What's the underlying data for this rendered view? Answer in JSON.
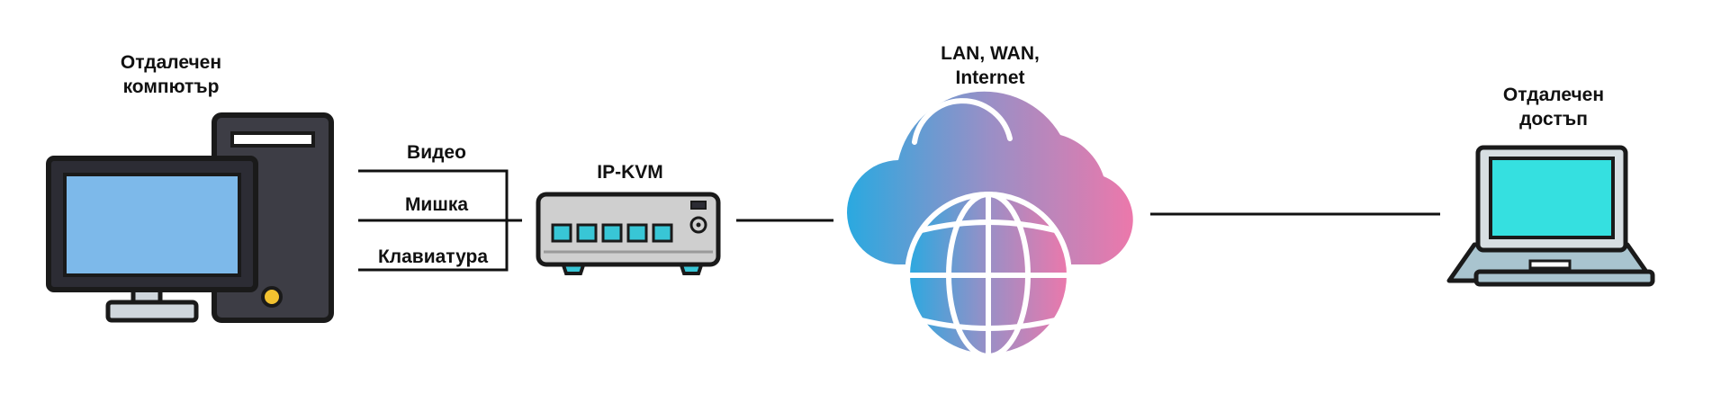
{
  "labels": {
    "remote_computer_line1": "Отдалечен",
    "remote_computer_line2": "компютър",
    "video": "Видео",
    "mouse": "Мишка",
    "keyboard": "Клавиатура",
    "ipkvm": "IP-KVM",
    "network_line1": "LAN, WAN,",
    "network_line2": "Internet",
    "remote_access_line1": "Отдалечен",
    "remote_access_line2": "достъп"
  },
  "icons": {
    "computer": "desktop-computer-icon",
    "kvm": "ip-kvm-switch-icon",
    "cloud": "cloud-globe-icon",
    "laptop": "laptop-icon"
  },
  "colors": {
    "outline": "#1a1a1a",
    "monitor_screen": "#7db9ea",
    "tower": "#3d3d45",
    "power_button": "#f2c230",
    "kvm_body": "#cfcfcf",
    "kvm_port": "#38c6d6",
    "cloud_left": "#2aa9e0",
    "cloud_right": "#ec78ab",
    "laptop_screen": "#35e0e0",
    "laptop_base": "#a9c4cf"
  }
}
